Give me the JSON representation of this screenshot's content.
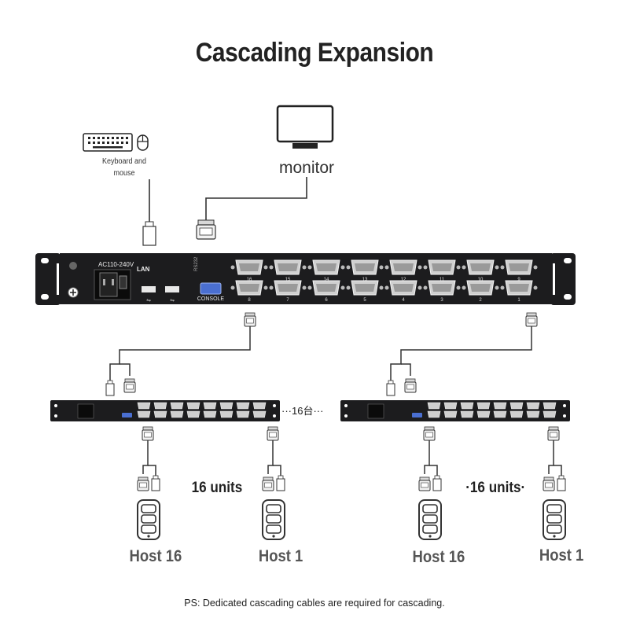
{
  "title": "Cascading Expansion",
  "keyboard_mouse_label": "Keyboard and mouse",
  "monitor_label": "monitor",
  "main_switch": {
    "power_label": "AC110-240V",
    "lan_label": "LAN",
    "rs232_label": "RS232",
    "console_label": "CONSOLE",
    "port_labels_top": [
      "16",
      "15",
      "14",
      "13",
      "12",
      "11",
      "10",
      "9"
    ],
    "port_labels_bottom": [
      "8",
      "7",
      "6",
      "5",
      "4",
      "3",
      "2",
      "1"
    ]
  },
  "cascade_label": "···16台···",
  "left_group": {
    "units_label": "16 units",
    "host_left": "Host 16",
    "host_right": "Host 1"
  },
  "right_group": {
    "units_label": "·16 units·",
    "host_left": "Host 16",
    "host_right": "Host 1"
  },
  "footnote": "PS: Dedicated cascading cables are required for cascading.",
  "colors": {
    "rack": "#1c1c1e",
    "port": "#c9c9c9",
    "vga": "#4a6fd1",
    "line": "#333333"
  }
}
